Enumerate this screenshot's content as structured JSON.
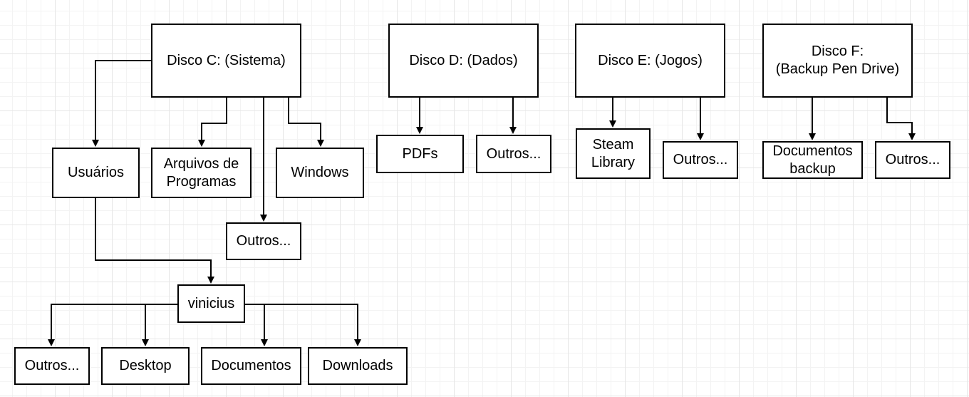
{
  "nodes": {
    "disco_c": "Disco C: (Sistema)",
    "disco_d": "Disco D: (Dados)",
    "disco_e": "Disco E: (Jogos)",
    "disco_f": "Disco F:\n(Backup Pen Drive)",
    "usuarios": "Usuários",
    "arquivos_programas": "Arquivos de\nProgramas",
    "windows": "Windows",
    "outros_c": "Outros...",
    "vinicius": "vinicius",
    "outros_vinicius": "Outros...",
    "desktop": "Desktop",
    "documentos": "Documentos",
    "downloads": "Downloads",
    "pdfs": "PDFs",
    "outros_d": "Outros...",
    "steam_library": "Steam\nLibrary",
    "outros_e": "Outros...",
    "documentos_backup": "Documentos\nbackup",
    "outros_f": "Outros..."
  },
  "colors": {
    "stroke": "#000000",
    "fill": "#ffffff",
    "grid": "#e6e6e6"
  }
}
